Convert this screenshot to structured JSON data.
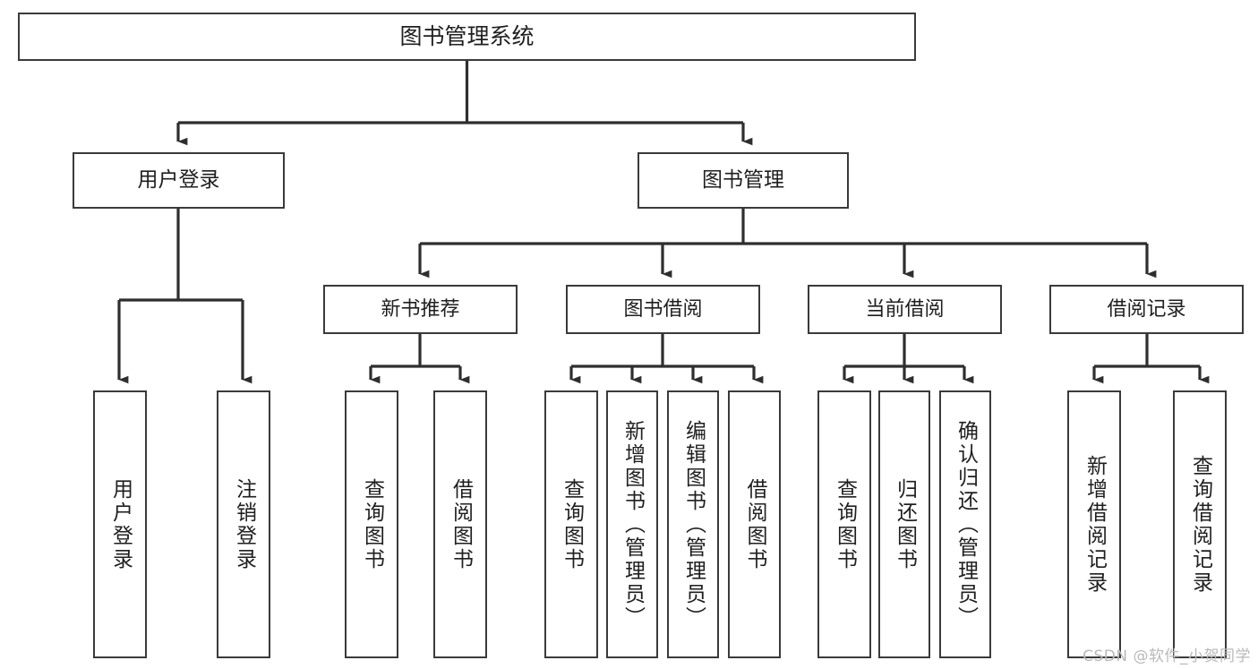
{
  "diagram": {
    "title": "图书管理系统",
    "type": "tree-hierarchy",
    "watermark": "CSDN @软件_小贺同学",
    "colors": {
      "box_border": "#3a3a3a",
      "box_fill": "#ffffff",
      "connector": "#2e2e2e",
      "text": "#1f1f1f",
      "watermark": "#b9b9b9",
      "background": "#ffffff"
    },
    "root": {
      "label": "图书管理系统"
    },
    "level2": [
      {
        "label": "用户登录"
      },
      {
        "label": "图书管理"
      }
    ],
    "level3": [
      {
        "label": "新书推荐"
      },
      {
        "label": "图书借阅"
      },
      {
        "label": "当前借阅"
      },
      {
        "label": "借阅记录"
      }
    ],
    "leaves": {
      "user_login": [
        {
          "label": "用户登录"
        },
        {
          "label": "注销登录"
        }
      ],
      "new_book_recommend": [
        {
          "label": "查询图书"
        },
        {
          "label": "借阅图书"
        }
      ],
      "book_borrow": [
        {
          "label": "查询图书"
        },
        {
          "label": "新增图书（管理员）"
        },
        {
          "label": "编辑图书（管理员）"
        },
        {
          "label": "借阅图书"
        }
      ],
      "current_borrow": [
        {
          "label": "查询图书"
        },
        {
          "label": "归还图书"
        },
        {
          "label": "确认归还（管理员）"
        }
      ],
      "borrow_record": [
        {
          "label": "新增借阅记录"
        },
        {
          "label": "查询借阅记录"
        }
      ]
    }
  }
}
